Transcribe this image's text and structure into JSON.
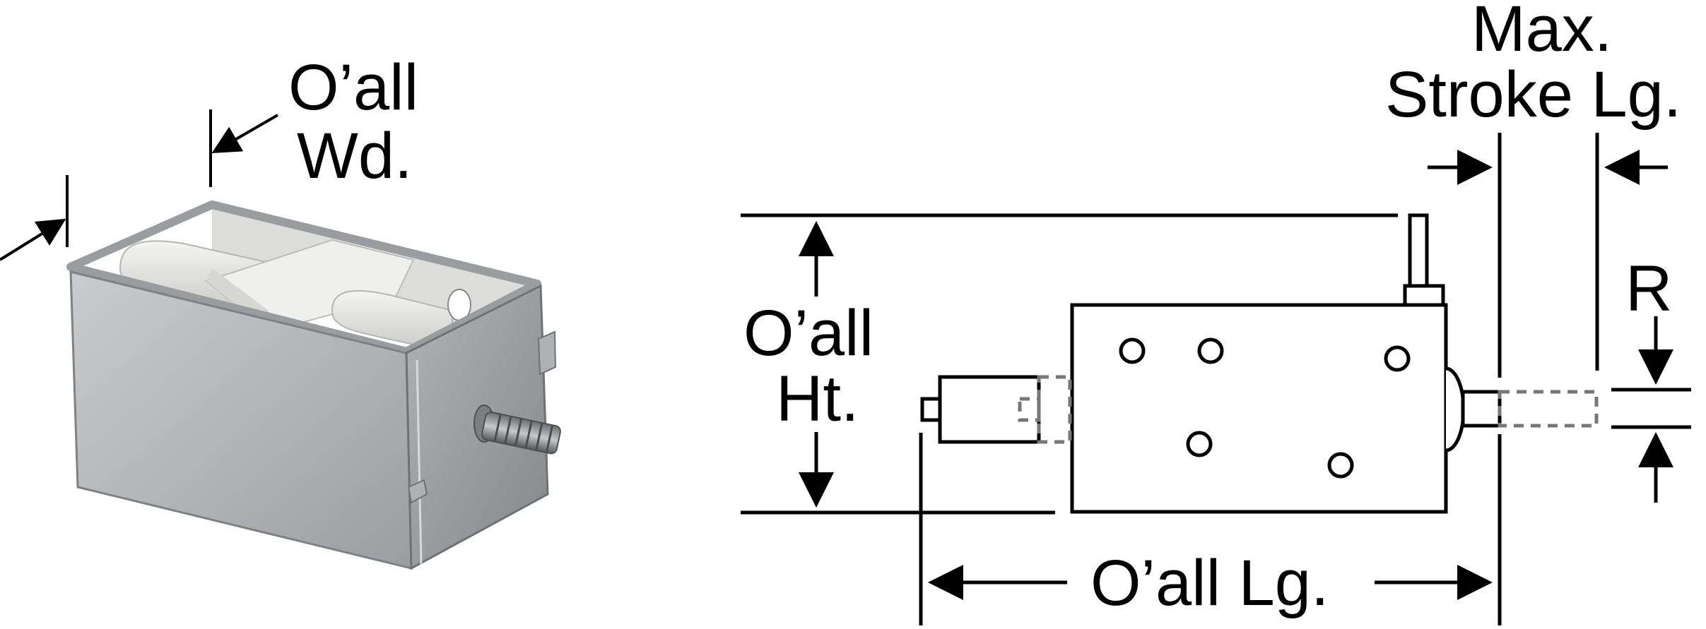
{
  "labels": {
    "overall_width_1": "O’all",
    "overall_width_2": "Wd.",
    "overall_height_1": "O’all",
    "overall_height_2": "Ht.",
    "overall_length": "O’all Lg.",
    "max_stroke_1": "Max.",
    "max_stroke_2": "Stroke Lg.",
    "radius": "R"
  },
  "colors": {
    "line": "#000000",
    "hidden_line": "#777777",
    "metal_light": "#d9dadc",
    "metal_mid": "#b9bbbe",
    "metal_dark": "#8e9094",
    "coil_white": "#ececea"
  }
}
